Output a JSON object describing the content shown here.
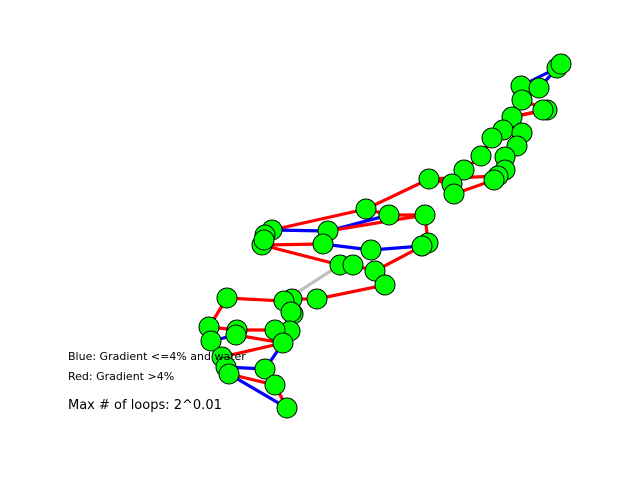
{
  "legend": {
    "blue_label": "Blue: Gradient <=4% and water",
    "red_label": "Red: Gradient >4%",
    "loops_label": "Max # of loops: 2^0.01"
  },
  "colors": {
    "blue_edge": "#0000ff",
    "red_edge": "#ff0000",
    "gray_edge": "#bfbfbf",
    "node_fill": "#00ff00",
    "node_stroke": "#000000"
  }
}
